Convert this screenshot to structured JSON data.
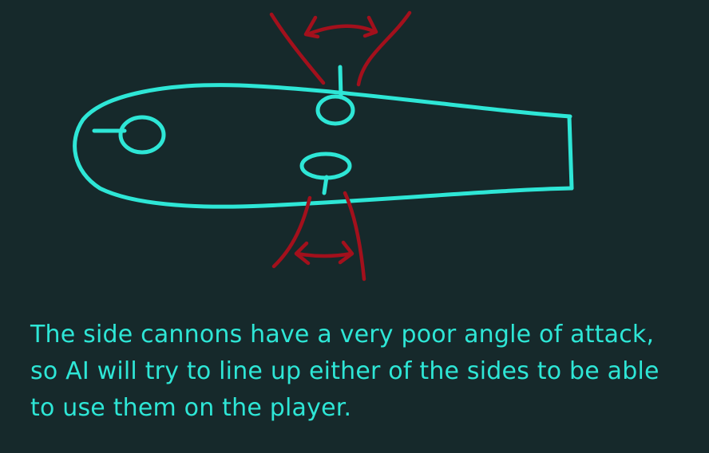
{
  "colors": {
    "background": "#16292b",
    "ship_ink": "#2ee6d6",
    "firing_arc_ink": "#a3101c",
    "caption_text": "#2ee6d6"
  },
  "caption": {
    "lines": [
      "The side cannons have a very poor angle of attack,",
      "so AI will try to line up either of the sides to be able",
      "to use them on the player."
    ]
  }
}
